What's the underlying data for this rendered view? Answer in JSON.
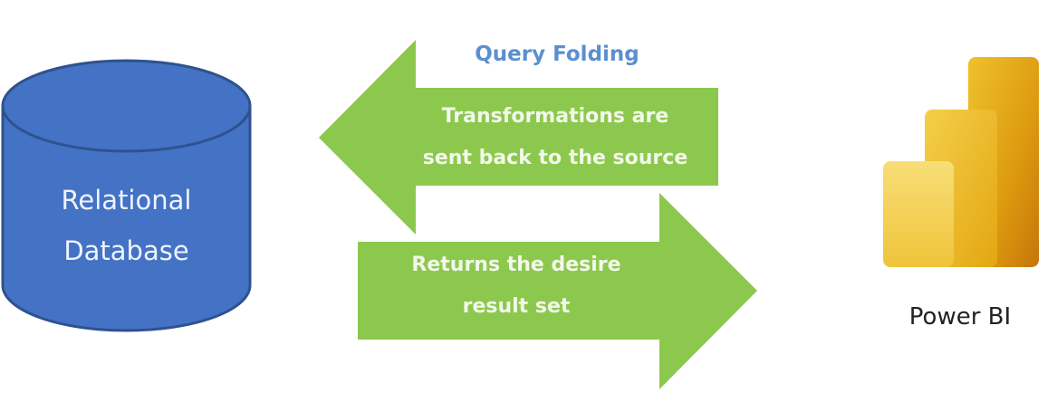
{
  "diagram": {
    "source": {
      "shape": "cylinder",
      "label_lines": [
        "Relational",
        "Database"
      ],
      "fill_color": "#4472c4",
      "stroke_color": "#2f528f"
    },
    "title": {
      "text": "Query Folding",
      "color": "#5b8fd0"
    },
    "arrows": [
      {
        "direction": "left",
        "from": "Power BI",
        "to": "Relational Database",
        "label_lines": [
          "Transformations are",
          "sent back to the source"
        ],
        "color": "#8dc84e"
      },
      {
        "direction": "right",
        "from": "Relational Database",
        "to": "Power BI",
        "label_lines": [
          "Returns the desire",
          "result set"
        ],
        "color": "#8dc84e"
      }
    ],
    "target": {
      "icon": "power-bi-logo-icon",
      "label": "Power BI",
      "colors": [
        "#f6d96a",
        "#eebd2c",
        "#d48c0c"
      ]
    }
  }
}
